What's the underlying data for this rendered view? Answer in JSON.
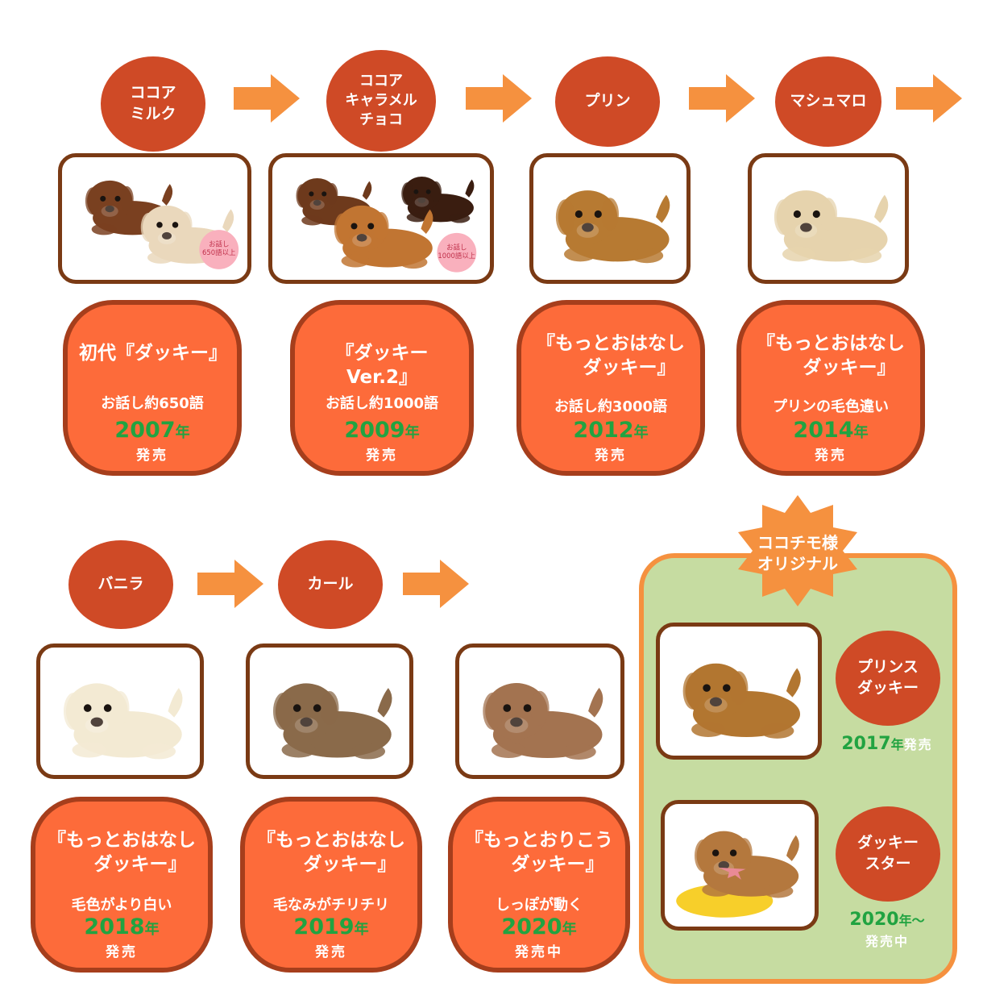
{
  "colors": {
    "circle": "#cf4a26",
    "box": "#fd6b3a",
    "box_border": "#a63e1c",
    "year": "#21a341",
    "arrow": "#f5913f",
    "panel": "#c6dca1"
  },
  "row1": [
    {
      "name": "ココア\nミルク",
      "title": "初代『ダッキー』",
      "desc": "お話し約650語",
      "year": "2007",
      "unit": "年",
      "sale": "発売",
      "badge": "お話し\n650語以上"
    },
    {
      "name": "ココア\nキャラメル\nチョコ",
      "title": "『ダッキーVer.2』",
      "desc": "お話し約1000語",
      "year": "2009",
      "unit": "年",
      "sale": "発売",
      "badge": "お話し\n1000語以上"
    },
    {
      "name": "プリン",
      "title": "『もっとおはなし\n　　ダッキー』",
      "desc": "お話し約3000語",
      "year": "2012",
      "unit": "年",
      "sale": "発売"
    },
    {
      "name": "マシュマロ",
      "title": "『もっとおはなし\n　　ダッキー』",
      "desc": "プリンの毛色違い",
      "year": "2014",
      "unit": "年",
      "sale": "発売"
    }
  ],
  "row2": [
    {
      "name": "バニラ",
      "title": "『もっとおはなし\n　　ダッキー』",
      "desc": "毛色がより白い",
      "year": "2018",
      "unit": "年",
      "sale": "発売"
    },
    {
      "name": "カール",
      "title": "『もっとおはなし\n　　ダッキー』",
      "desc": "毛なみがチリチリ",
      "year": "2019",
      "unit": "年",
      "sale": "発売"
    },
    {
      "title": "『もっとおりこう\n　　ダッキー』",
      "desc": "しっぽが動く",
      "year": "2020",
      "unit": "年",
      "sale": "発売中"
    }
  ],
  "original": {
    "badge": "ココチモ様\nオリジナル",
    "items": [
      {
        "name": "プリンス\nダッキー",
        "year": "2017",
        "unit": "年",
        "sale": "発売"
      },
      {
        "name": "ダッキー\nスター",
        "year": "2020",
        "unit": "年～",
        "sale": "発売中"
      }
    ]
  }
}
